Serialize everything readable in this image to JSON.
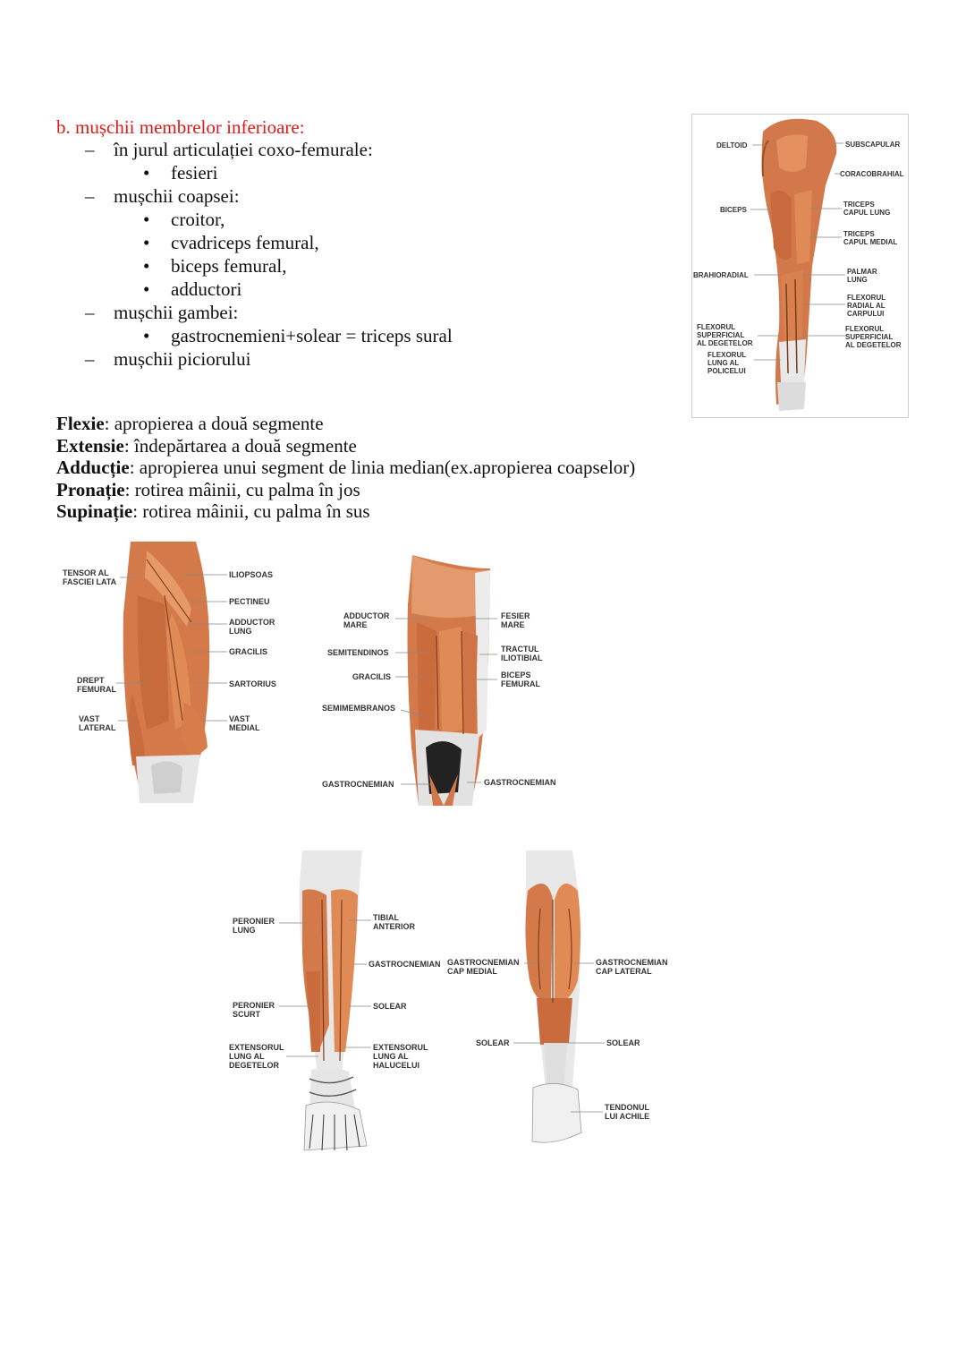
{
  "heading": "b. mușchii membrelor inferioare:",
  "outline": [
    {
      "text": "în jurul articulației coxo-femurale:",
      "items": [
        "fesieri"
      ]
    },
    {
      "text": "mușchii coapsei:",
      "items": [
        "croitor,",
        "cvadriceps femural,",
        "biceps femural,",
        "adductori"
      ]
    },
    {
      "text": "mușchii gambei:",
      "items": [
        "gastrocnemieni+solear = triceps sural"
      ]
    },
    {
      "text": "mușchii piciorului",
      "items": []
    }
  ],
  "definitions": [
    {
      "term": "Flexie",
      "desc": ": apropierea a două segmente"
    },
    {
      "term": "Extensie",
      "desc": ": îndepărtarea a două segmente"
    },
    {
      "term": "Adducție",
      "desc": ": apropierea unui segment de linia median(ex.apropierea coapselor)"
    },
    {
      "term": "Pronație",
      "desc": ": rotirea mâinii, cu palma în jos"
    },
    {
      "term": "Supinație",
      "desc": ": rotirea mâinii, cu palma în sus"
    }
  ],
  "figures": {
    "arm": {
      "left": [
        "DELTOID",
        "BICEPS",
        "BRAHIORADIAL",
        "FLEXORUL",
        "SUPERFICIAL",
        "AL DEGETELOR",
        "FLEXORUL",
        "LUNG AL",
        "POLICELUI"
      ],
      "right": [
        "SUBSCAPULAR",
        "CORACOBRAHIAL",
        "TRICEPS",
        "CAPUL LUNG",
        "TRICEPS",
        "CAPUL MEDIAL",
        "PALMAR",
        "LUNG",
        "FLEXORUL",
        "RADIAL AL",
        "CARPULUI",
        "FLEXORUL",
        "SUPERFICIAL",
        "AL DEGETELOR"
      ]
    },
    "thigh_front": {
      "left": [
        "TENSOR AL",
        "FASCIEI LATA",
        "DREPT",
        "FEMURAL",
        "VAST",
        "LATERAL"
      ],
      "right": [
        "ILIOPSOAS",
        "PECTINEU",
        "ADDUCTOR",
        "LUNG",
        "GRACILIS",
        "SARTORIUS",
        "VAST",
        "MEDIAL"
      ]
    },
    "thigh_back": {
      "left": [
        "ADDUCTOR",
        "MARE",
        "SEMITENDINOS",
        "GRACILIS",
        "SEMIMEMBRANOS",
        "GASTROCNEMIAN"
      ],
      "right": [
        "FESIER",
        "MARE",
        "TRACTUL",
        "ILIOTIBIAL",
        "BICEPS",
        "FEMURAL",
        "GASTROCNEMIAN"
      ]
    },
    "leg_front": {
      "left": [
        "PERONIER",
        "LUNG",
        "PERONIER",
        "SCURT",
        "EXTENSORUL",
        "LUNG AL",
        "DEGETELOR"
      ],
      "right": [
        "TIBIAL",
        "ANTERIOR",
        "GASTROCNEMIAN",
        "SOLEAR",
        "EXTENSORUL",
        "LUNG AL",
        "HALUCELUI"
      ]
    },
    "leg_back": {
      "left": [
        "GASTROCNEMIAN",
        "CAP MEDIAL",
        "SOLEAR"
      ],
      "right": [
        "GASTROCNEMIAN",
        "CAP LATERAL",
        "SOLEAR",
        "TENDONUL",
        "LUI ACHILE"
      ]
    }
  }
}
